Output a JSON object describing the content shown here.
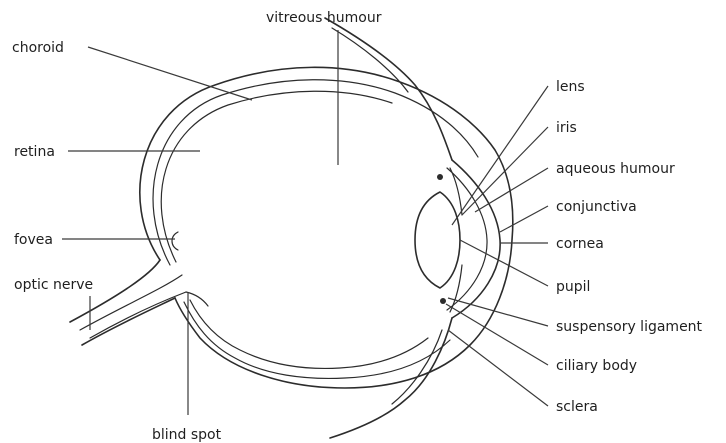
{
  "labels": {
    "vitreous_humour": "vitreous humour",
    "choroid": "choroid",
    "retina": "retina",
    "fovea": "fovea",
    "optic_nerve": "optic nerve",
    "blind_spot": "blind spot",
    "lens": "lens",
    "iris": "iris",
    "aqueous_humour": "aqueous humour",
    "conjunctiva": "conjunctiva",
    "cornea": "cornea",
    "pupil": "pupil",
    "suspensory_ligament": "suspensory ligament",
    "ciliary_body": "ciliary body",
    "sclera": "sclera"
  }
}
